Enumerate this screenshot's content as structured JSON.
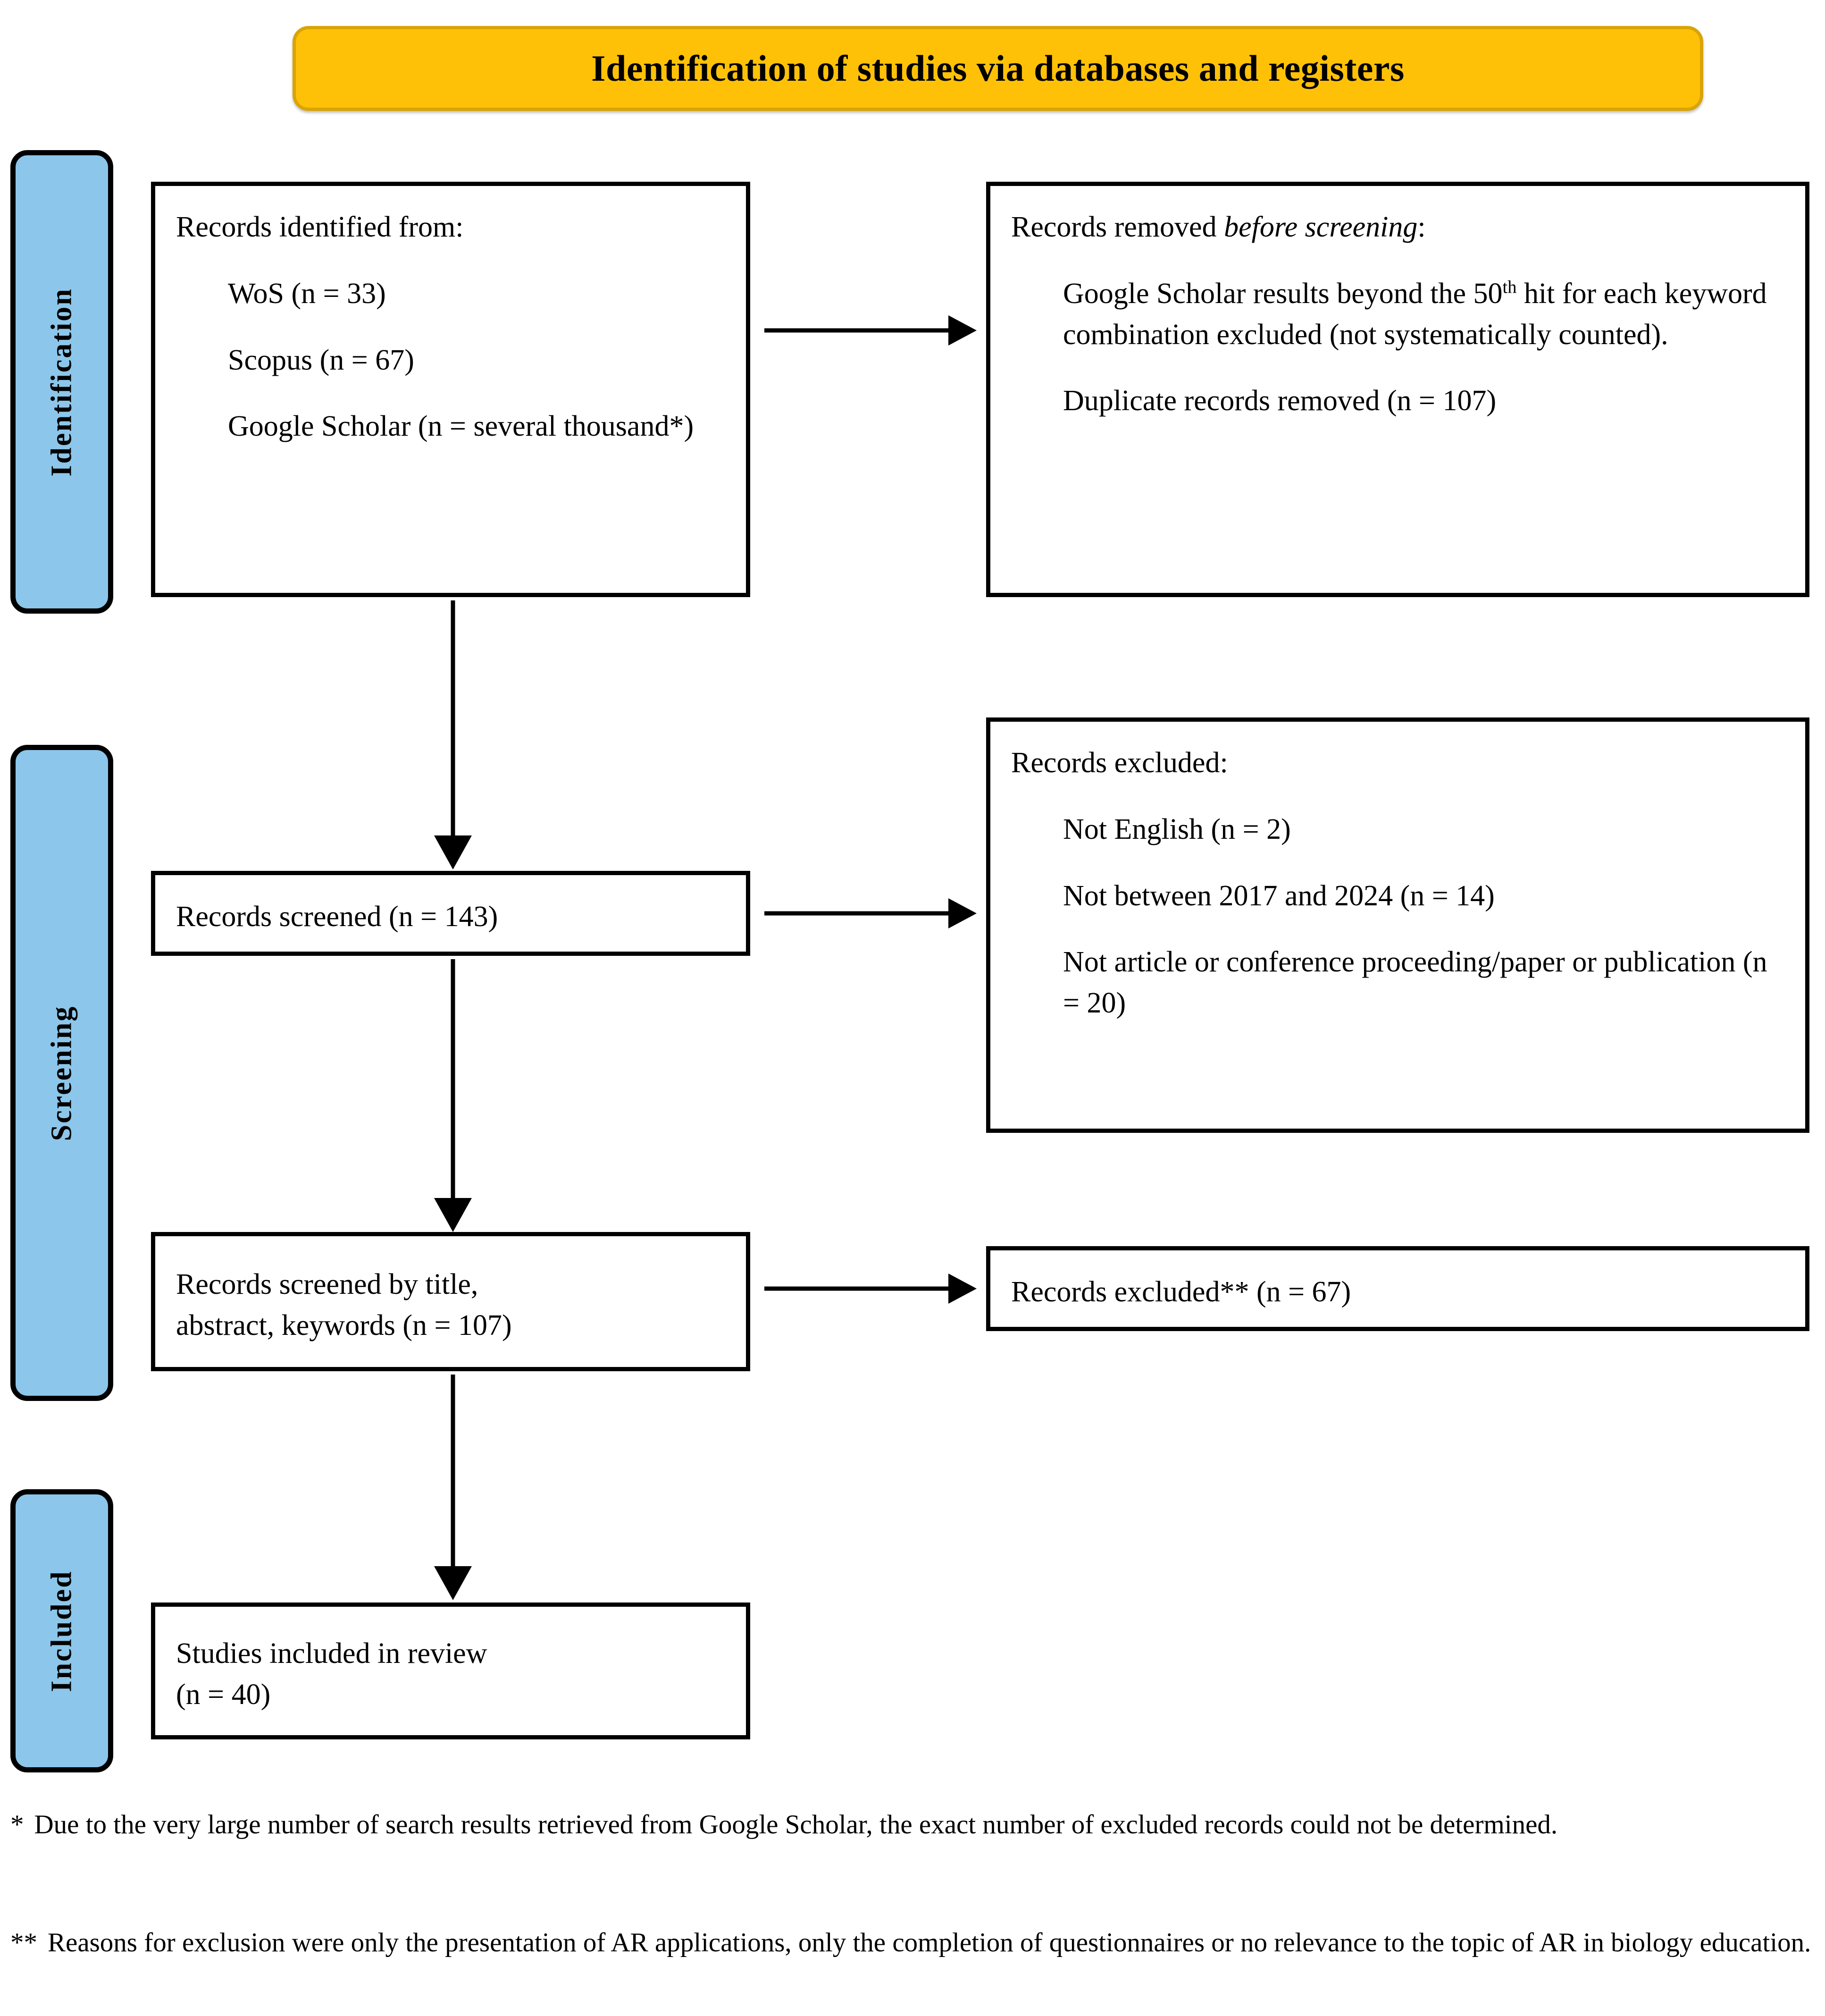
{
  "title": {
    "text": "Identification of studies via databases and registers",
    "background_color": "#FFC107",
    "border_color": "#D9A406"
  },
  "colors": {
    "stage_label_fill": "#8CC6EA",
    "stage_label_border": "#000000",
    "box_border": "#000000",
    "arrow": "#000000",
    "page_background": "#FFFFFF"
  },
  "stages": [
    {
      "id": "identification",
      "label": "Identification"
    },
    {
      "id": "screening",
      "label": "Screening"
    },
    {
      "id": "included",
      "label": "Included"
    }
  ],
  "boxes": {
    "identified": {
      "heading": "Records identified from:",
      "items": [
        "WoS (n = 33)",
        "Scopus (n = 67)",
        "Google Scholar (n = several thousand*)"
      ]
    },
    "removed_before_screening": {
      "heading_prefix": "Records removed ",
      "heading_italic": "before screening",
      "heading_suffix": ":",
      "item_1_prefix": "Google Scholar results beyond the 50",
      "item_1_superscript": "th",
      "item_1_suffix": " hit for each keyword combination excluded (not systematically counted).",
      "item_2": "Duplicate records removed (n = 107)"
    },
    "records_screened": {
      "text": "Records screened (n = 143)"
    },
    "records_excluded": {
      "heading": "Records excluded:",
      "items": [
        "Not English (n = 2)",
        "Not between 2017 and 2024 (n = 14)",
        "Not article or conference proceeding/paper or publication (n = 20)"
      ]
    },
    "records_screened_title": {
      "line_1": "Records screened by title,",
      "line_2": "abstract, keywords (n = 107)"
    },
    "records_excluded_2": {
      "text": "Records excluded** (n = 67)"
    },
    "studies_included": {
      "line_1": "Studies included in review",
      "line_2": "(n = 40)"
    }
  },
  "footnotes": [
    {
      "marker": "*",
      "text": "Due to the very large number of search results retrieved from Google Scholar, the exact number of excluded records could not be determined."
    },
    {
      "marker": "**",
      "text": "Reasons for exclusion were only the presentation of AR applications, only the completion of questionnaires or no relevance to the topic of AR in biology education."
    }
  ]
}
